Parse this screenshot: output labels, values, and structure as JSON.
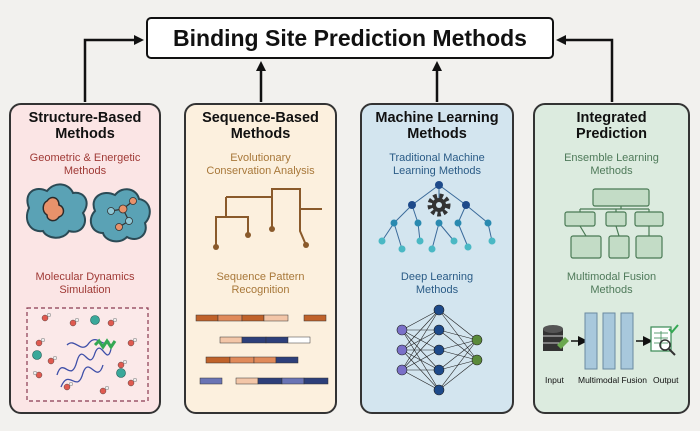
{
  "title": "Binding Site Prediction Methods",
  "panels": [
    {
      "title_line1": "Structure-Based",
      "title_line2": "Methods",
      "sub1_line1": "Geometric & Energetic",
      "sub1_line2": "Methods",
      "sub2_line1": "Molecular Dynamics",
      "sub2_line2": "Simulation"
    },
    {
      "title_line1": "Sequence-Based",
      "title_line2": "Methods",
      "sub1_line1": "Evolutionary",
      "sub1_line2": "Conservation Analysis",
      "sub2_line1": "Sequence Pattern",
      "sub2_line2": "Recognition"
    },
    {
      "title_line1": "Machine Learning",
      "title_line2": "Methods",
      "sub1_line1": "Traditional Machine",
      "sub1_line2": "Learning Methods",
      "sub2_line1": "Deep Learning",
      "sub2_line2": "Methods"
    },
    {
      "title_line1": "Integrated",
      "title_line2": "Prediction",
      "sub1_line1": "Ensemble Learning",
      "sub1_line2": "Methods",
      "sub2_line1": "Multimodal Fusion",
      "sub2_line2": "Methods",
      "fusion_labels": {
        "input": "Input",
        "fusion": "Multimodal Fusion",
        "output": "Output"
      }
    }
  ],
  "colors": {
    "structure_bg": "#fbe5e5",
    "sequence_bg": "#fcf0de",
    "ml_bg": "#d3e5ef",
    "integrated_bg": "#dcebdf"
  }
}
